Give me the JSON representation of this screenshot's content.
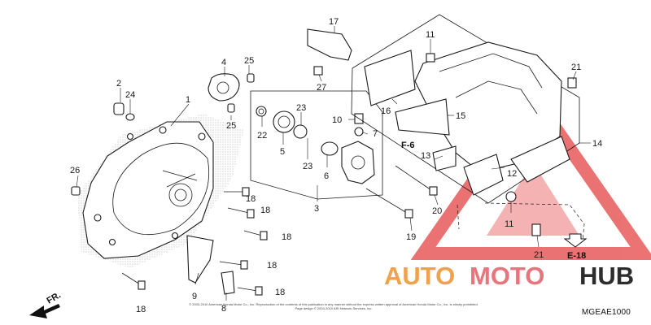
{
  "diagram_code": "MGEAE1000",
  "copyright_text": "© 2003-2010 American Honda Motor Co., Inc. Reproduction of the contents of this publication in any manner without the express written approval of American Honda Motor Co., Inc. is strictly prohibited. Page design © 2004-2010 ARI Network Services, Inc.",
  "reference_labels": {
    "f6": "F-6",
    "e18": "E-18",
    "front": "FR."
  },
  "watermark": {
    "parts": [
      "AUTO",
      "MOTO",
      "HUB"
    ],
    "colors": {
      "auto": "#f0a24a",
      "moto": "#e8747c",
      "hub": "#2d2d2d",
      "triangle": "#e85a5a"
    }
  },
  "callouts": {
    "c1": "1",
    "c2": "2",
    "c3": "3",
    "c4": "4",
    "c5": "5",
    "c6": "6",
    "c7": "7",
    "c8": "8",
    "c9": "9",
    "c10": "10",
    "c11a": "11",
    "c11b": "11",
    "c12": "12",
    "c13": "13",
    "c14": "14",
    "c15": "15",
    "c16": "16",
    "c17": "17",
    "c18a": "18",
    "c18b": "18",
    "c18c": "18",
    "c18d": "18",
    "c18e": "18",
    "c18f": "18",
    "c19": "19",
    "c20": "20",
    "c21a": "21",
    "c21b": "21",
    "c22": "22",
    "c23a": "23",
    "c23b": "23",
    "c24": "24",
    "c25a": "25",
    "c25b": "25",
    "c26": "26",
    "c27": "27"
  }
}
